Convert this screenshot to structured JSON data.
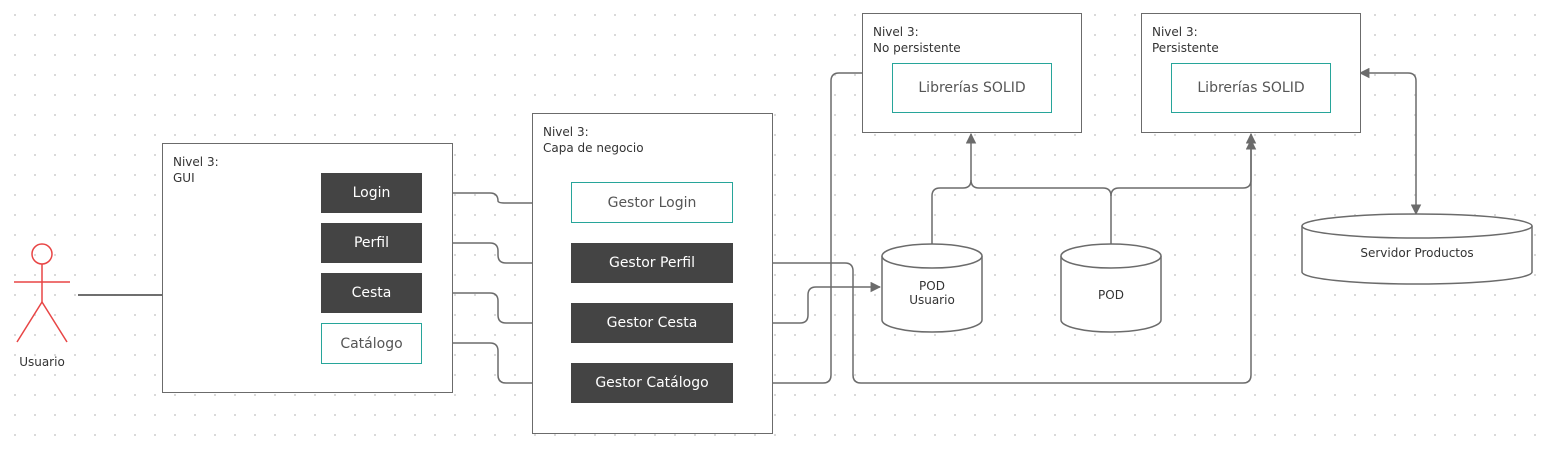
{
  "actor": {
    "label": "Usuario",
    "color": "#e84545"
  },
  "gui": {
    "title_line1": "Nivel 3:",
    "title_line2": "GUI",
    "buttons": {
      "login": "Login",
      "perfil": "Perfil",
      "cesta": "Cesta",
      "catalogo": "Catálogo"
    }
  },
  "negocio": {
    "title_line1": "Nivel 3:",
    "title_line2": "Capa de negocio",
    "gestores": {
      "login": "Gestor Login",
      "perfil": "Gestor Perfil",
      "cesta": "Gestor Cesta",
      "catalogo": "Gestor Catálogo"
    }
  },
  "no_persistente": {
    "title_line1": "Nivel 3:",
    "title_line2": "No persistente",
    "lib": "Librerías SOLID"
  },
  "persistente": {
    "title_line1": "Nivel 3:",
    "title_line2": "Persistente",
    "lib": "Librerías SOLID"
  },
  "pods": {
    "usuario_line1": "POD",
    "usuario_line2": "Usuario",
    "generic": "POD"
  },
  "server": {
    "label": "Servidor Productos"
  },
  "colors": {
    "dark_box": "#444444",
    "accent_border": "#27a59a",
    "line": "#6b6b6b",
    "actor": "#e84545"
  }
}
